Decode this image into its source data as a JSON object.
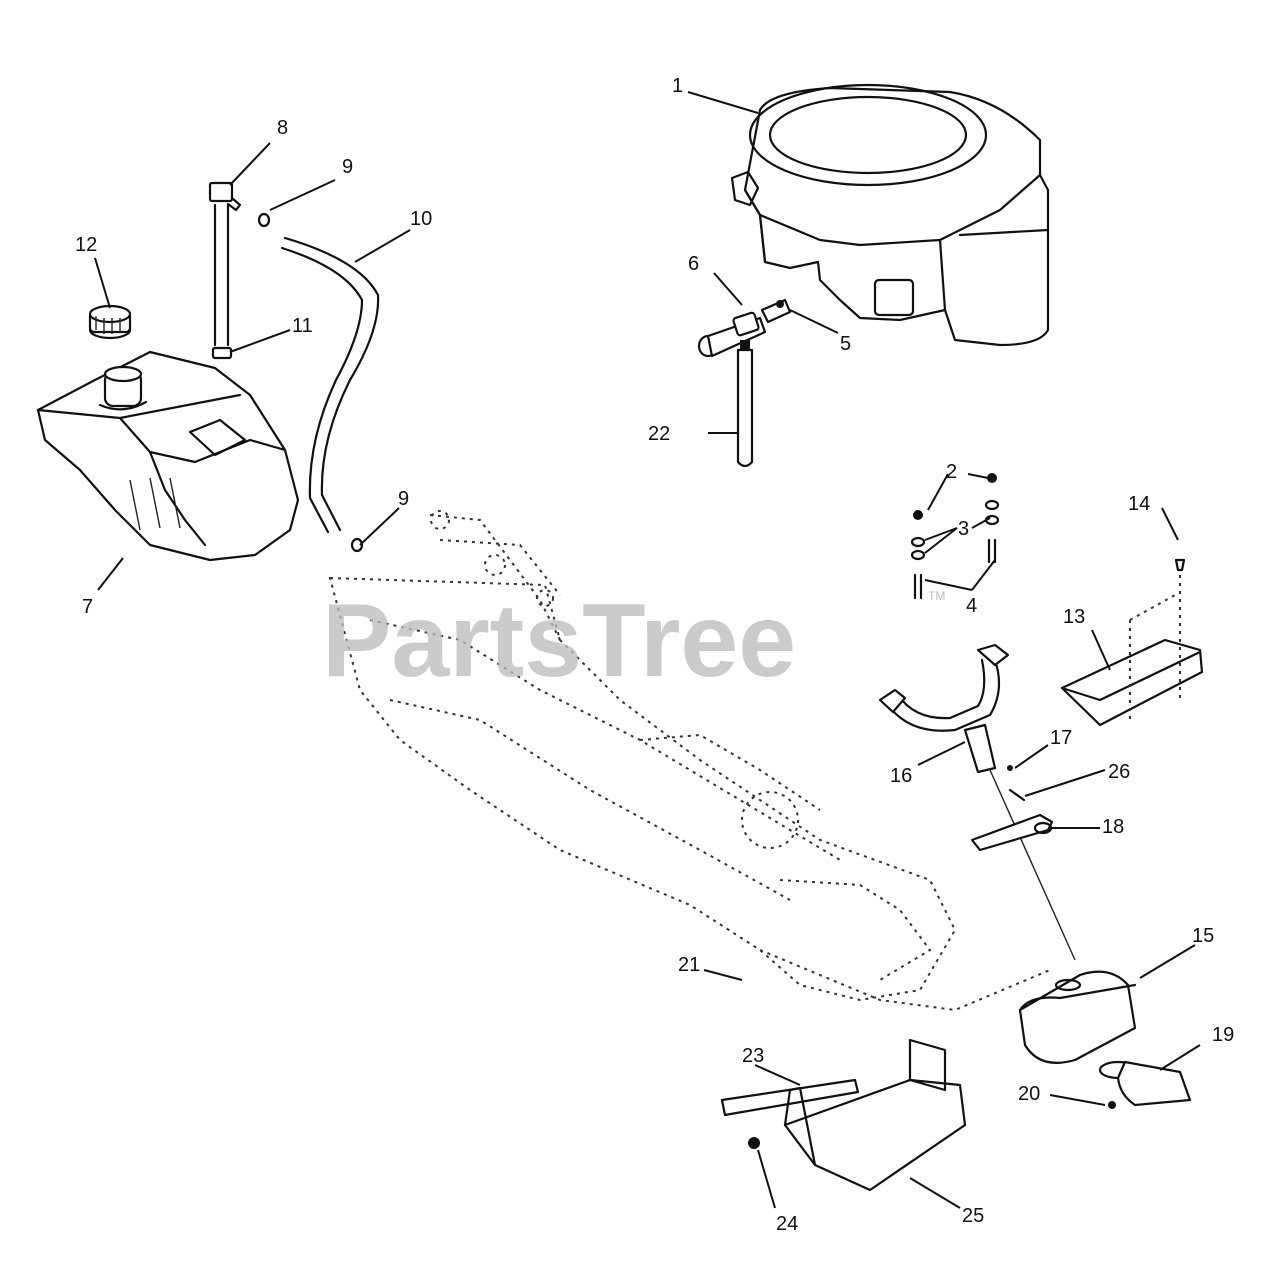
{
  "watermark": {
    "brand": "PartsTree",
    "trademark": "TM"
  },
  "callouts": [
    "1",
    "2",
    "3",
    "4",
    "5",
    "6",
    "7",
    "8",
    "9",
    "9",
    "10",
    "11",
    "12",
    "13",
    "14",
    "15",
    "16",
    "17",
    "18",
    "19",
    "20",
    "21",
    "22",
    "23",
    "24",
    "25",
    "26"
  ],
  "icons": {
    "engine": "engine-icon",
    "fuel-tank": "fuel-tank-icon",
    "fuel-cap": "fuel-cap-icon",
    "frame": "frame-icon",
    "muffler": "muffler-icon",
    "exhaust-pipe": "exhaust-pipe-icon",
    "heat-shield": "heat-shield-icon",
    "fuel-line": "fuel-line-icon",
    "fuel-filter": "fuel-filter-icon"
  }
}
